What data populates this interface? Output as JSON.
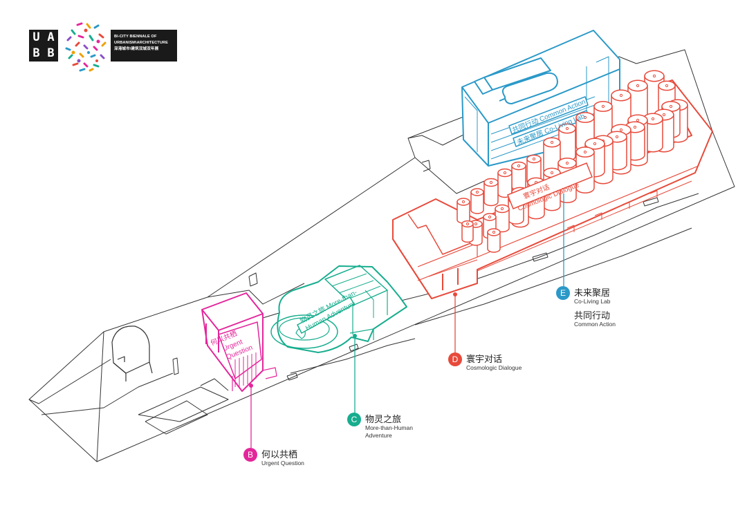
{
  "logo": {
    "letters": [
      "U",
      "A",
      "B",
      "B"
    ],
    "title_lines": [
      "BI-CITY BIENNALE OF",
      "URBANISM\\ARCHITECTURE",
      "深港城市\\建筑双城双年展"
    ]
  },
  "colors": {
    "urgent_question": "#e3269b",
    "more_than_human": "#17ad8e",
    "cosmologic_dialogue": "#e74a3b",
    "co_living": "#2a99c8",
    "base_outline": "#333333"
  },
  "zones": {
    "urgent_question": {
      "label_lines": [
        "何以共栖",
        "Urgent",
        "Question"
      ]
    },
    "more_than_human": {
      "label_lines": [
        "物灵之旅 More-than-",
        "Human Adventure"
      ]
    },
    "cosmologic_dialogue": {
      "label_lines": [
        "寰宇对话",
        "Cosmologic Dialogue"
      ]
    },
    "co_living": {
      "label_lines": [
        "共同行动 Common Action",
        "未来聚居 Co-Living Lab"
      ]
    }
  },
  "callouts": {
    "b": {
      "letter": "B",
      "zh": "何以共栖",
      "en": "Urgent Question"
    },
    "c": {
      "letter": "C",
      "zh": "物灵之旅",
      "en_lines": [
        "More-than-Human",
        "Adventure"
      ]
    },
    "d": {
      "letter": "D",
      "zh": "寰宇对话",
      "en": "Cosmologic Dialogue"
    },
    "e": {
      "letter": "E",
      "zh": "未来聚居",
      "en": "Co-Living Lab",
      "zh2": "共同行动",
      "en2": "Common Action"
    }
  }
}
